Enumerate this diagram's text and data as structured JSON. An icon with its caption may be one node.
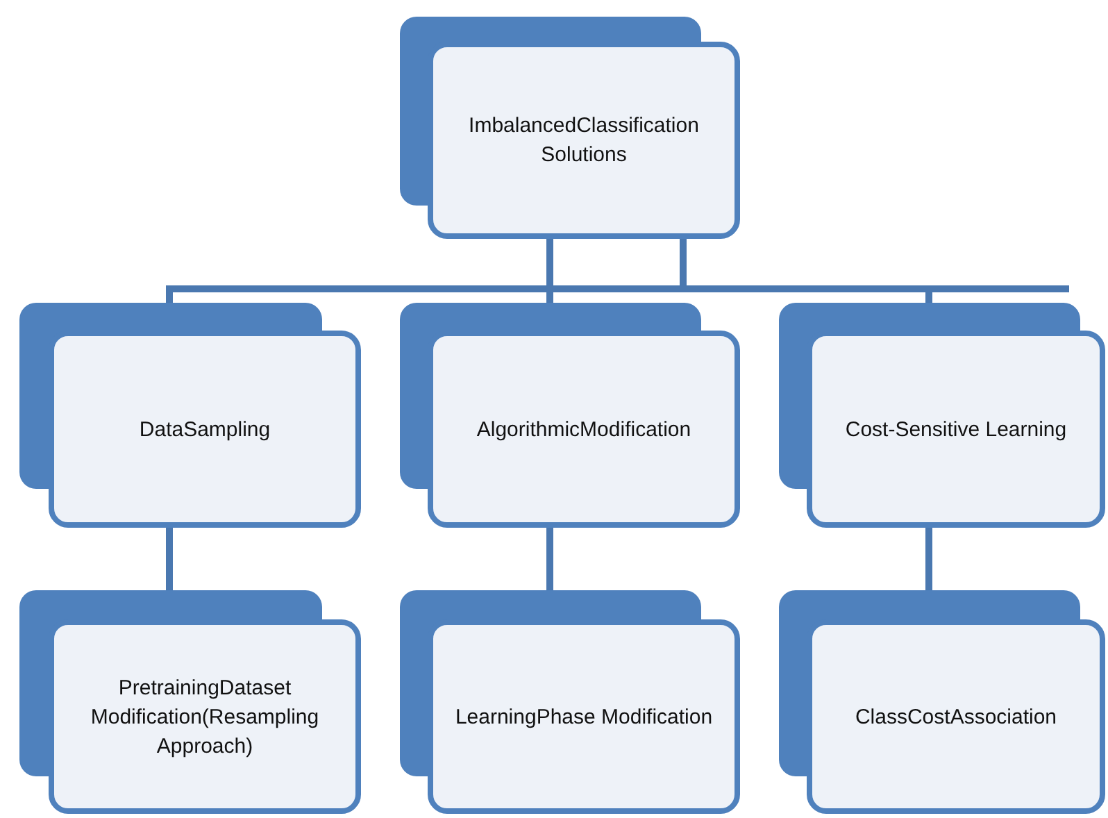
{
  "diagram": {
    "nodes": [
      {
        "text": [
          "ImbalancedClassification Solutions"
        ]
      },
      {
        "text": [
          "DataSampling"
        ]
      },
      {
        "text": [
          "AlgorithmicModification"
        ]
      },
      {
        "text": [
          "Cost-Sensitive Learning"
        ]
      },
      {
        "text": [
          "PretrainingDataset Modification(Resampling Approach)"
        ]
      },
      {
        "text": [
          "LearningPhase Modification"
        ]
      },
      {
        "text": [
          "ClassCostAssociation"
        ]
      }
    ],
    "edges": [
      {
        "from": 0,
        "to": 1,
        "arrow": "none"
      },
      {
        "from": 0,
        "to": 2,
        "arrow": "none"
      },
      {
        "from": 0,
        "to": 3,
        "arrow": "none"
      },
      {
        "from": 1,
        "to": 4,
        "arrow": "none"
      },
      {
        "from": 2,
        "to": 5,
        "arrow": "none"
      },
      {
        "from": 3,
        "to": 6,
        "arrow": "none"
      }
    ]
  }
}
